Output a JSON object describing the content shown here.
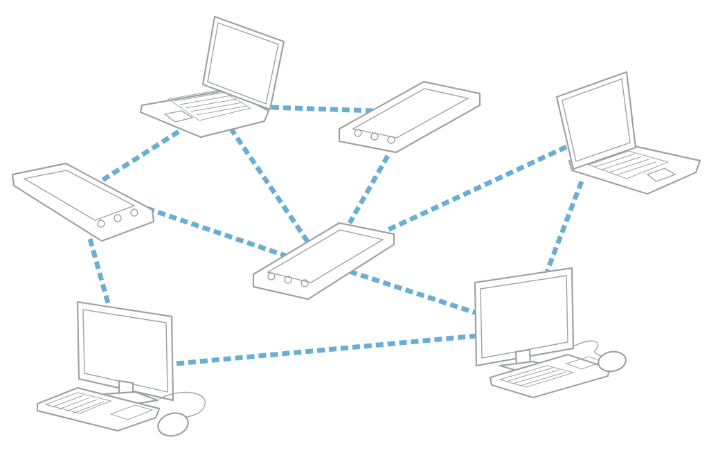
{
  "colors": {
    "background": "#ffffff",
    "link": "#6aaed6",
    "device_outline": "#9ea1a4"
  },
  "devices": [
    {
      "id": "laptop-top",
      "kind": "laptop-icon"
    },
    {
      "id": "phone-top-right",
      "kind": "phone-icon"
    },
    {
      "id": "laptop-right",
      "kind": "laptop-icon"
    },
    {
      "id": "phone-left",
      "kind": "phone-icon"
    },
    {
      "id": "phone-center",
      "kind": "phone-icon"
    },
    {
      "id": "desktop-left",
      "kind": "desktop-computer-icon"
    },
    {
      "id": "desktop-right",
      "kind": "desktop-computer-icon"
    }
  ],
  "connections": [
    [
      "laptop-top",
      "phone-top-right"
    ],
    [
      "laptop-top",
      "phone-left"
    ],
    [
      "laptop-top",
      "phone-center"
    ],
    [
      "phone-top-right",
      "phone-center"
    ],
    [
      "laptop-right",
      "phone-center"
    ],
    [
      "laptop-right",
      "desktop-right"
    ],
    [
      "phone-left",
      "phone-center"
    ],
    [
      "phone-left",
      "desktop-left"
    ],
    [
      "phone-center",
      "desktop-right"
    ],
    [
      "desktop-left",
      "desktop-right"
    ]
  ]
}
